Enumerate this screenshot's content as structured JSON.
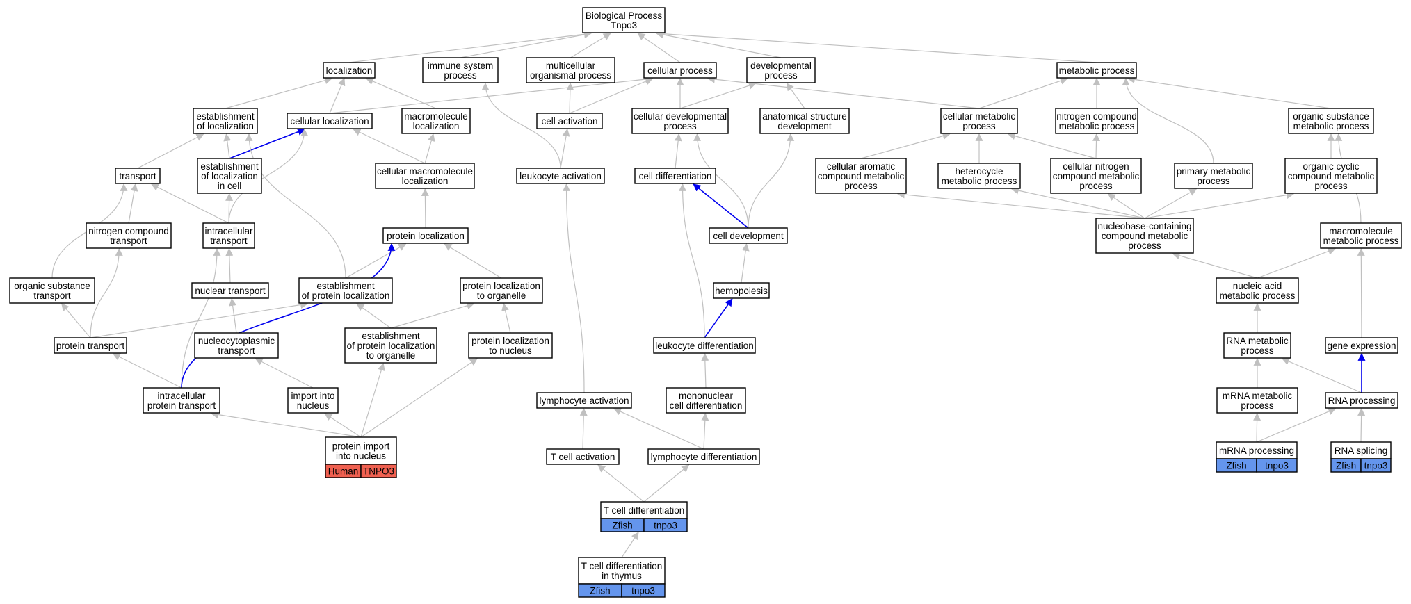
{
  "title": "Biological Process Tnpo3",
  "colors": {
    "edge_gray": "#c0c0c0",
    "edge_blue": "#0000ee",
    "human_tag": "#f06050",
    "zfish_tag": "#6495ed",
    "node_border": "#000000"
  },
  "nodes": [
    {
      "id": "root",
      "lines": [
        "Biological Process",
        "Tnpo3"
      ]
    },
    {
      "id": "localization",
      "lines": [
        "localization"
      ]
    },
    {
      "id": "immune",
      "lines": [
        "immune system",
        "process"
      ]
    },
    {
      "id": "multicell",
      "lines": [
        "multicellular",
        "organismal process"
      ]
    },
    {
      "id": "cellproc",
      "lines": [
        "cellular process"
      ]
    },
    {
      "id": "devproc",
      "lines": [
        "developmental",
        "process"
      ]
    },
    {
      "id": "metab",
      "lines": [
        "metabolic process"
      ]
    },
    {
      "id": "estloc",
      "lines": [
        "establishment",
        "of localization"
      ]
    },
    {
      "id": "cellloc",
      "lines": [
        "cellular localization"
      ]
    },
    {
      "id": "macroloc",
      "lines": [
        "macromolecule",
        "localization"
      ]
    },
    {
      "id": "cellact",
      "lines": [
        "cell activation"
      ]
    },
    {
      "id": "celldevproc",
      "lines": [
        "cellular developmental",
        "process"
      ]
    },
    {
      "id": "anatdev",
      "lines": [
        "anatomical structure",
        "development"
      ]
    },
    {
      "id": "cellmetab",
      "lines": [
        "cellular metabolic",
        "process"
      ]
    },
    {
      "id": "nitrometab",
      "lines": [
        "nitrogen compound",
        "metabolic process"
      ]
    },
    {
      "id": "orgsubmetab",
      "lines": [
        "organic substance",
        "metabolic process"
      ]
    },
    {
      "id": "transport",
      "lines": [
        "transport"
      ]
    },
    {
      "id": "estlocincell",
      "lines": [
        "establishment",
        "of localization",
        "in cell"
      ]
    },
    {
      "id": "cellmacroloc",
      "lines": [
        "cellular macromolecule",
        "localization"
      ]
    },
    {
      "id": "leukact",
      "lines": [
        "leukocyte activation"
      ]
    },
    {
      "id": "celldiff",
      "lines": [
        "cell differentiation"
      ]
    },
    {
      "id": "cellaromatic",
      "lines": [
        "cellular aromatic",
        "compound metabolic",
        "process"
      ]
    },
    {
      "id": "hetero",
      "lines": [
        "heterocycle",
        "metabolic process"
      ]
    },
    {
      "id": "cellnitro",
      "lines": [
        "cellular nitrogen",
        "compound metabolic",
        "process"
      ]
    },
    {
      "id": "primary",
      "lines": [
        "primary metabolic",
        "process"
      ]
    },
    {
      "id": "orgcyclic",
      "lines": [
        "organic cyclic",
        "compound metabolic",
        "process"
      ]
    },
    {
      "id": "nitrotrans",
      "lines": [
        "nitrogen compound",
        "transport"
      ]
    },
    {
      "id": "intratrans",
      "lines": [
        "intracellular",
        "transport"
      ]
    },
    {
      "id": "protloc",
      "lines": [
        "protein localization"
      ]
    },
    {
      "id": "celldev",
      "lines": [
        "cell development"
      ]
    },
    {
      "id": "nucleobase",
      "lines": [
        "nucleobase-containing",
        "compound metabolic",
        "process"
      ]
    },
    {
      "id": "macrometab",
      "lines": [
        "macromolecule",
        "metabolic process"
      ]
    },
    {
      "id": "orgsubtrans",
      "lines": [
        "organic substance",
        "transport"
      ]
    },
    {
      "id": "nucltrans",
      "lines": [
        "nuclear transport"
      ]
    },
    {
      "id": "estprotloc",
      "lines": [
        "establishment",
        "of protein localization"
      ]
    },
    {
      "id": "protlocorg",
      "lines": [
        "protein localization",
        "to organelle"
      ]
    },
    {
      "id": "hemo",
      "lines": [
        "hemopoiesis"
      ]
    },
    {
      "id": "nucacid",
      "lines": [
        "nucleic acid",
        "metabolic process"
      ]
    },
    {
      "id": "prottrans",
      "lines": [
        "protein transport"
      ]
    },
    {
      "id": "nucleocyto",
      "lines": [
        "nucleocytoplasmic",
        "transport"
      ]
    },
    {
      "id": "estprotlocorg",
      "lines": [
        "establishment",
        "of protein localization",
        "to organelle"
      ]
    },
    {
      "id": "protlocnuc",
      "lines": [
        "protein localization",
        "to nucleus"
      ]
    },
    {
      "id": "leukdiff",
      "lines": [
        "leukocyte differentiation"
      ]
    },
    {
      "id": "rnametab",
      "lines": [
        "RNA metabolic",
        "process"
      ]
    },
    {
      "id": "geneexpr",
      "lines": [
        "gene expression"
      ]
    },
    {
      "id": "intraprottrans",
      "lines": [
        "intracellular",
        "protein transport"
      ]
    },
    {
      "id": "importnuc",
      "lines": [
        "import into",
        "nucleus"
      ]
    },
    {
      "id": "lymphact",
      "lines": [
        "lymphocyte activation"
      ]
    },
    {
      "id": "mononuc",
      "lines": [
        "mononuclear",
        "cell differentiation"
      ]
    },
    {
      "id": "mrnametab",
      "lines": [
        "mRNA metabolic",
        "process"
      ]
    },
    {
      "id": "rnaproc",
      "lines": [
        "RNA processing"
      ]
    },
    {
      "id": "protimport",
      "lines": [
        "protein import",
        "into nucleus"
      ],
      "tags": [
        "Human",
        "TNPO3"
      ],
      "tag_color": "human"
    },
    {
      "id": "tcellact",
      "lines": [
        "T cell activation"
      ]
    },
    {
      "id": "lymphdiff",
      "lines": [
        "lymphocyte differentiation"
      ]
    },
    {
      "id": "mrnaproc",
      "lines": [
        "mRNA processing"
      ],
      "tags": [
        "Zfish",
        "tnpo3"
      ],
      "tag_color": "zfish"
    },
    {
      "id": "rnasplice",
      "lines": [
        "RNA splicing"
      ],
      "tags": [
        "Zfish",
        "tnpo3"
      ],
      "tag_color": "zfish"
    },
    {
      "id": "tcelldiff",
      "lines": [
        "T cell differentiation"
      ],
      "tags": [
        "Zfish",
        "tnpo3"
      ],
      "tag_color": "zfish"
    },
    {
      "id": "tcellthymus",
      "lines": [
        "T cell differentiation",
        "in thymus"
      ],
      "tags": [
        "Zfish",
        "tnpo3"
      ],
      "tag_color": "zfish"
    }
  ],
  "edges": [
    {
      "from": "localization",
      "to": "root",
      "color": "gray"
    },
    {
      "from": "immune",
      "to": "root",
      "color": "gray"
    },
    {
      "from": "multicell",
      "to": "root",
      "color": "gray"
    },
    {
      "from": "cellproc",
      "to": "root",
      "color": "gray"
    },
    {
      "from": "devproc",
      "to": "root",
      "color": "gray"
    },
    {
      "from": "metab",
      "to": "root",
      "color": "gray"
    },
    {
      "from": "estloc",
      "to": "localization",
      "color": "gray"
    },
    {
      "from": "cellloc",
      "to": "localization",
      "color": "gray"
    },
    {
      "from": "macroloc",
      "to": "localization",
      "color": "gray"
    },
    {
      "from": "cellloc",
      "to": "cellproc",
      "color": "gray"
    },
    {
      "from": "cellact",
      "to": "cellproc",
      "color": "gray"
    },
    {
      "from": "celldevproc",
      "to": "cellproc",
      "color": "gray"
    },
    {
      "from": "celldevproc",
      "to": "devproc",
      "color": "gray"
    },
    {
      "from": "anatdev",
      "to": "devproc",
      "color": "gray"
    },
    {
      "from": "cellmetab",
      "to": "cellproc",
      "color": "gray"
    },
    {
      "from": "cellmetab",
      "to": "metab",
      "color": "gray"
    },
    {
      "from": "nitrometab",
      "to": "metab",
      "color": "gray"
    },
    {
      "from": "orgsubmetab",
      "to": "metab",
      "color": "gray"
    },
    {
      "from": "transport",
      "to": "estloc",
      "color": "gray"
    },
    {
      "from": "estlocincell",
      "to": "estloc",
      "color": "gray"
    },
    {
      "from": "estlocincell",
      "to": "cellloc",
      "color": "blue"
    },
    {
      "from": "cellmacroloc",
      "to": "cellloc",
      "color": "gray"
    },
    {
      "from": "cellmacroloc",
      "to": "macroloc",
      "color": "gray"
    },
    {
      "from": "leukact",
      "to": "cellact",
      "color": "gray"
    },
    {
      "from": "leukact",
      "to": "immune",
      "color": "gray"
    },
    {
      "from": "cellact",
      "to": "multicell",
      "color": "gray"
    },
    {
      "from": "celldiff",
      "to": "celldevproc",
      "color": "gray"
    },
    {
      "from": "cellaromatic",
      "to": "cellmetab",
      "color": "gray"
    },
    {
      "from": "hetero",
      "to": "cellmetab",
      "color": "gray"
    },
    {
      "from": "cellnitro",
      "to": "cellmetab",
      "color": "gray"
    },
    {
      "from": "cellnitro",
      "to": "nitrometab",
      "color": "gray"
    },
    {
      "from": "primary",
      "to": "metab",
      "color": "gray"
    },
    {
      "from": "orgcyclic",
      "to": "orgsubmetab",
      "color": "gray"
    },
    {
      "from": "nitrotrans",
      "to": "transport",
      "color": "gray"
    },
    {
      "from": "intratrans",
      "to": "transport",
      "color": "gray"
    },
    {
      "from": "intratrans",
      "to": "estlocincell",
      "color": "gray"
    },
    {
      "from": "intratrans",
      "to": "cellloc",
      "color": "gray"
    },
    {
      "from": "protloc",
      "to": "cellmacroloc",
      "color": "gray"
    },
    {
      "from": "celldev",
      "to": "celldiff",
      "color": "blue"
    },
    {
      "from": "celldev",
      "to": "celldevproc",
      "color": "gray"
    },
    {
      "from": "celldev",
      "to": "anatdev",
      "color": "gray"
    },
    {
      "from": "nucleobase",
      "to": "cellaromatic",
      "color": "gray"
    },
    {
      "from": "nucleobase",
      "to": "hetero",
      "color": "gray"
    },
    {
      "from": "nucleobase",
      "to": "cellnitro",
      "color": "gray"
    },
    {
      "from": "nucleobase",
      "to": "primary",
      "color": "gray"
    },
    {
      "from": "nucleobase",
      "to": "orgcyclic",
      "color": "gray"
    },
    {
      "from": "macrometab",
      "to": "orgsubmetab",
      "color": "gray"
    },
    {
      "from": "orgsubtrans",
      "to": "transport",
      "color": "gray"
    },
    {
      "from": "nucltrans",
      "to": "intratrans",
      "color": "gray"
    },
    {
      "from": "estprotloc",
      "to": "protloc",
      "color": "gray"
    },
    {
      "from": "estprotloc",
      "to": "estloc",
      "color": "gray"
    },
    {
      "from": "protlocorg",
      "to": "protloc",
      "color": "gray"
    },
    {
      "from": "hemo",
      "to": "celldev",
      "color": "gray"
    },
    {
      "from": "nucacid",
      "to": "nucleobase",
      "color": "gray"
    },
    {
      "from": "nucacid",
      "to": "macrometab",
      "color": "gray"
    },
    {
      "from": "prottrans",
      "to": "orgsubtrans",
      "color": "gray"
    },
    {
      "from": "prottrans",
      "to": "nitrotrans",
      "color": "gray"
    },
    {
      "from": "prottrans",
      "to": "estprotloc",
      "color": "gray"
    },
    {
      "from": "nucleocyto",
      "to": "nucltrans",
      "color": "gray"
    },
    {
      "from": "estprotlocorg",
      "to": "estprotloc",
      "color": "gray"
    },
    {
      "from": "estprotlocorg",
      "to": "protlocorg",
      "color": "gray"
    },
    {
      "from": "protlocnuc",
      "to": "protlocorg",
      "color": "gray"
    },
    {
      "from": "leukdiff",
      "to": "hemo",
      "color": "blue"
    },
    {
      "from": "leukdiff",
      "to": "celldiff",
      "color": "gray"
    },
    {
      "from": "rnametab",
      "to": "nucacid",
      "color": "gray"
    },
    {
      "from": "geneexpr",
      "to": "macrometab",
      "color": "gray"
    },
    {
      "from": "intraprottrans",
      "to": "prottrans",
      "color": "gray"
    },
    {
      "from": "intraprottrans",
      "to": "intratrans",
      "color": "gray"
    },
    {
      "from": "intraprottrans",
      "to": "protloc",
      "color": "blue"
    },
    {
      "from": "importnuc",
      "to": "nucleocyto",
      "color": "gray"
    },
    {
      "from": "lymphact",
      "to": "leukact",
      "color": "gray"
    },
    {
      "from": "mononuc",
      "to": "leukdiff",
      "color": "gray"
    },
    {
      "from": "mrnametab",
      "to": "rnametab",
      "color": "gray"
    },
    {
      "from": "rnaproc",
      "to": "rnametab",
      "color": "gray"
    },
    {
      "from": "rnaproc",
      "to": "geneexpr",
      "color": "blue"
    },
    {
      "from": "protimport",
      "to": "intraprottrans",
      "color": "gray"
    },
    {
      "from": "protimport",
      "to": "importnuc",
      "color": "gray"
    },
    {
      "from": "protimport",
      "to": "estprotlocorg",
      "color": "gray"
    },
    {
      "from": "protimport",
      "to": "protlocnuc",
      "color": "gray"
    },
    {
      "from": "tcellact",
      "to": "lymphact",
      "color": "gray"
    },
    {
      "from": "lymphdiff",
      "to": "lymphact",
      "color": "gray"
    },
    {
      "from": "lymphdiff",
      "to": "mononuc",
      "color": "gray"
    },
    {
      "from": "mrnaproc",
      "to": "mrnametab",
      "color": "gray"
    },
    {
      "from": "mrnaproc",
      "to": "rnaproc",
      "color": "gray"
    },
    {
      "from": "rnasplice",
      "to": "rnaproc",
      "color": "gray"
    },
    {
      "from": "tcelldiff",
      "to": "tcellact",
      "color": "gray"
    },
    {
      "from": "tcelldiff",
      "to": "lymphdiff",
      "color": "gray"
    },
    {
      "from": "tcellthymus",
      "to": "tcelldiff",
      "color": "gray"
    }
  ]
}
